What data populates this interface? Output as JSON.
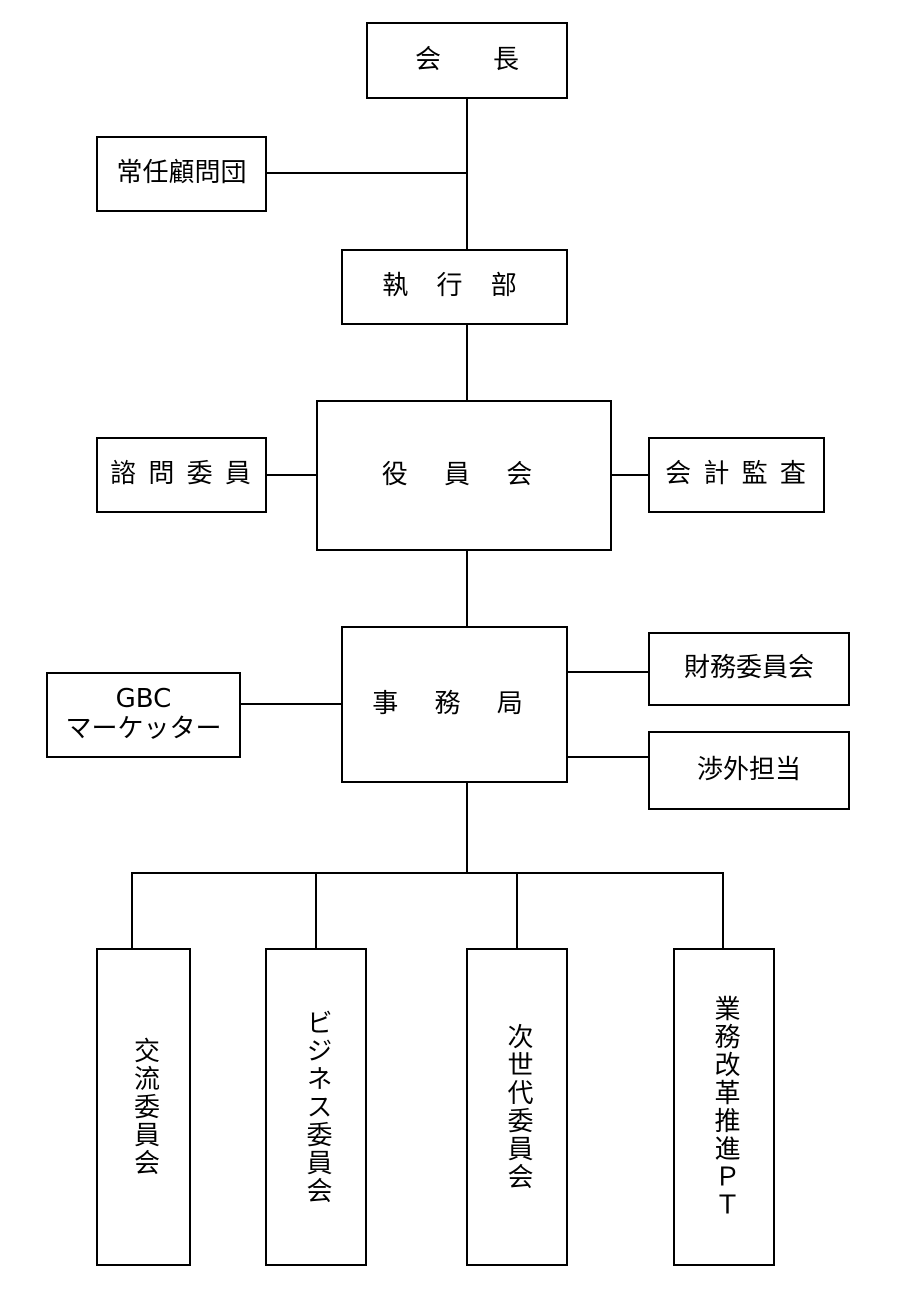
{
  "org": {
    "chairman": "会　　長",
    "advisors_group": "常任顧問団",
    "executive": "執 行 部",
    "board": "役 員 会",
    "consultative": "諮 問 委 員",
    "audit": "会 計 監 査",
    "secretariat": "事 務 局",
    "gbc_marketer_line1": "GBC",
    "gbc_marketer_line2": "マーケッター",
    "finance_committee": "財務委員会",
    "external_affairs": "渉外担当",
    "committees": [
      "交流委員会",
      "ビジネス委員会",
      "次世代委員会",
      "業務改革推進ＰＴ"
    ]
  }
}
